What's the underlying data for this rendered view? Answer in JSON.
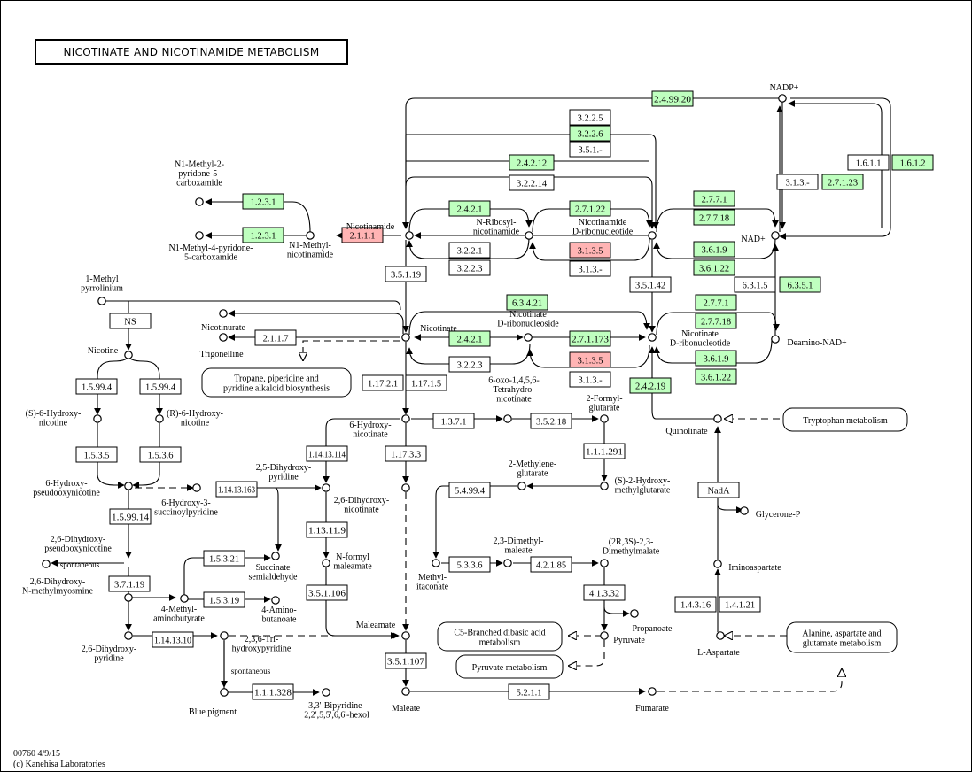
{
  "title": "NICOTINATE AND NICOTINAMIDE METABOLISM",
  "footer": [
    "00760 4/9/15",
    "(c) Kanehisa Laboratories"
  ],
  "colors": {
    "organism_enzyme": "#bfffbf",
    "highlight_enzyme": "#ffb4b4",
    "plain_enzyme": "#ffffff",
    "line": "#000000"
  },
  "enzymes": [
    {
      "id": "e1",
      "label": "2.4.99.20",
      "color": "green"
    },
    {
      "id": "e2",
      "label": "3.2.2.5",
      "color": "white"
    },
    {
      "id": "e3",
      "label": "3.2.2.6",
      "color": "green"
    },
    {
      "id": "e4",
      "label": "3.5.1.-",
      "color": "white"
    },
    {
      "id": "e5",
      "label": "2.4.2.12",
      "color": "green"
    },
    {
      "id": "e6",
      "label": "3.2.2.14",
      "color": "white"
    },
    {
      "id": "e7",
      "label": "1.6.1.1",
      "color": "white"
    },
    {
      "id": "e8",
      "label": "1.6.1.2",
      "color": "green"
    },
    {
      "id": "e9",
      "label": "3.1.3.-",
      "color": "white"
    },
    {
      "id": "e10",
      "label": "2.7.1.23",
      "color": "green"
    },
    {
      "id": "e11",
      "label": "1.2.3.1",
      "color": "green"
    },
    {
      "id": "e12",
      "label": "1.2.3.1",
      "color": "green"
    },
    {
      "id": "e13",
      "label": "2.1.1.1",
      "color": "red"
    },
    {
      "id": "e14",
      "label": "2.4.2.1",
      "color": "green"
    },
    {
      "id": "e15",
      "label": "2.7.1.22",
      "color": "green"
    },
    {
      "id": "e16",
      "label": "2.7.7.1",
      "color": "green"
    },
    {
      "id": "e17",
      "label": "2.7.7.18",
      "color": "green"
    },
    {
      "id": "e18",
      "label": "3.2.2.1",
      "color": "white"
    },
    {
      "id": "e19",
      "label": "3.1.3.5",
      "color": "red"
    },
    {
      "id": "e20",
      "label": "3.6.1.9",
      "color": "green"
    },
    {
      "id": "e21",
      "label": "3.2.2.3",
      "color": "white"
    },
    {
      "id": "e22",
      "label": "3.1.3.-",
      "color": "white"
    },
    {
      "id": "e23",
      "label": "3.6.1.22",
      "color": "green"
    },
    {
      "id": "e24",
      "label": "3.5.1.19",
      "color": "white"
    },
    {
      "id": "e25",
      "label": "3.5.1.42",
      "color": "white"
    },
    {
      "id": "e26",
      "label": "6.3.1.5",
      "color": "white"
    },
    {
      "id": "e27",
      "label": "6.3.5.1",
      "color": "green"
    },
    {
      "id": "e28",
      "label": "6.3.4.21",
      "color": "green"
    },
    {
      "id": "e29",
      "label": "2.7.7.1",
      "color": "green"
    },
    {
      "id": "e30",
      "label": "2.7.7.18",
      "color": "green"
    },
    {
      "id": "e31",
      "label": "NS",
      "color": "white"
    },
    {
      "id": "e32",
      "label": "2.1.1.7",
      "color": "white"
    },
    {
      "id": "e33",
      "label": "2.4.2.1",
      "color": "green"
    },
    {
      "id": "e34",
      "label": "2.7.1.173",
      "color": "green"
    },
    {
      "id": "e35",
      "label": "3.1.3.5",
      "color": "red"
    },
    {
      "id": "e36",
      "label": "3.6.1.9",
      "color": "green"
    },
    {
      "id": "e37",
      "label": "3.2.2.3",
      "color": "white"
    },
    {
      "id": "e38",
      "label": "3.1.3.-",
      "color": "white"
    },
    {
      "id": "e39",
      "label": "3.6.1.22",
      "color": "green"
    },
    {
      "id": "e40",
      "label": "1.5.99.4",
      "color": "white"
    },
    {
      "id": "e41",
      "label": "1.5.99.4",
      "color": "white"
    },
    {
      "id": "e42",
      "label": "1.17.2.1",
      "color": "white"
    },
    {
      "id": "e43",
      "label": "1.17.1.5",
      "color": "white"
    },
    {
      "id": "e44",
      "label": "2.4.2.19",
      "color": "green"
    },
    {
      "id": "e45",
      "label": "1.3.7.1",
      "color": "white"
    },
    {
      "id": "e46",
      "label": "3.5.2.18",
      "color": "white"
    },
    {
      "id": "e47",
      "label": "1.5.3.5",
      "color": "white"
    },
    {
      "id": "e48",
      "label": "1.5.3.6",
      "color": "white"
    },
    {
      "id": "e49",
      "label": "1.14.13.114",
      "color": "white"
    },
    {
      "id": "e50",
      "label": "1.17.3.3",
      "color": "white"
    },
    {
      "id": "e51",
      "label": "1.1.1.291",
      "color": "white"
    },
    {
      "id": "e52",
      "label": "1.14.13.163",
      "color": "white"
    },
    {
      "id": "e53",
      "label": "5.4.99.4",
      "color": "white"
    },
    {
      "id": "e54",
      "label": "NadA",
      "color": "white"
    },
    {
      "id": "e55",
      "label": "1.5.99.14",
      "color": "white"
    },
    {
      "id": "e56",
      "label": "1.13.11.9",
      "color": "white"
    },
    {
      "id": "e57",
      "label": "1.5.3.21",
      "color": "white"
    },
    {
      "id": "e58",
      "label": "5.3.3.6",
      "color": "white"
    },
    {
      "id": "e59",
      "label": "4.2.1.85",
      "color": "white"
    },
    {
      "id": "e60",
      "label": "3.7.1.19",
      "color": "white"
    },
    {
      "id": "e61",
      "label": "1.5.3.19",
      "color": "white"
    },
    {
      "id": "e62",
      "label": "3.5.1.106",
      "color": "white"
    },
    {
      "id": "e63",
      "label": "4.1.3.32",
      "color": "white"
    },
    {
      "id": "e64",
      "label": "1.4.3.16",
      "color": "white"
    },
    {
      "id": "e65",
      "label": "1.4.1.21",
      "color": "white"
    },
    {
      "id": "e66",
      "label": "1.14.13.10",
      "color": "white"
    },
    {
      "id": "e67",
      "label": "3.5.1.107",
      "color": "white"
    },
    {
      "id": "e68",
      "label": "1.1.1.328",
      "color": "white"
    },
    {
      "id": "e69",
      "label": "5.2.1.1",
      "color": "white"
    }
  ],
  "compounds": [
    {
      "id": "c_nadp",
      "label": "NADP+"
    },
    {
      "id": "c_nad",
      "label": "NAD+"
    },
    {
      "id": "c_nam",
      "label": "Nicotinamide"
    },
    {
      "id": "c_nrn",
      "label": "N-Ribosyl- nicotinamide"
    },
    {
      "id": "c_nmn",
      "label": "Nicotinamide D-ribonucleotide"
    },
    {
      "id": "c_m2py",
      "label": "N1-Methyl-2- pyridone-5- carboxamide"
    },
    {
      "id": "c_m4py",
      "label": "N1-Methyl-4-pyridone- 5-carboxamide"
    },
    {
      "id": "c_mnam",
      "label": "N1-Methyl- nicotinamide"
    },
    {
      "id": "c_mpyr",
      "label": "1-Methyl pyrrolinium"
    },
    {
      "id": "c_nur",
      "label": "Nicotinurate"
    },
    {
      "id": "c_trig",
      "label": "Trigonelline"
    },
    {
      "id": "c_na",
      "label": "Nicotinate"
    },
    {
      "id": "c_narn",
      "label": "Nicotinate D-ribonucleoside"
    },
    {
      "id": "c_namn",
      "label": "Nicotinate D-ribonucleotide"
    },
    {
      "id": "c_dnad",
      "label": "Deamino-NAD+"
    },
    {
      "id": "c_nic",
      "label": "Nicotine"
    },
    {
      "id": "c_s6h",
      "label": "(S)-6-Hydroxy- nicotine"
    },
    {
      "id": "c_r6h",
      "label": "(R)-6-Hydroxy- nicotine"
    },
    {
      "id": "c_6on",
      "label": "6-oxo-1,4,5,6- Tetrahydro- nicotinate"
    },
    {
      "id": "c_2fg",
      "label": "2-Formyl- glutarate"
    },
    {
      "id": "c_quin",
      "label": "Quinolinate"
    },
    {
      "id": "c_6hn",
      "label": "6-Hydroxy- nicotinate"
    },
    {
      "id": "c_6hpo",
      "label": "6-Hydroxy- pseudooxynicotine"
    },
    {
      "id": "c_6hsp",
      "label": "6-Hydroxy-3- succinoylpyridine"
    },
    {
      "id": "c_25dp",
      "label": "2,5-Dihydroxy- pyridine"
    },
    {
      "id": "c_26dn",
      "label": "2,6-Dihydroxy- nicotinate"
    },
    {
      "id": "c_2mg",
      "label": "2-Methylene- glutarate"
    },
    {
      "id": "c_s2h",
      "label": "(S)-2-Hydroxy- methylglutarate"
    },
    {
      "id": "c_gly",
      "label": "Glycerone-P"
    },
    {
      "id": "c_26dpo",
      "label": "2,6-Dihydroxy- pseudooxynicotine"
    },
    {
      "id": "c_ss",
      "label": "Succinate semialdehyde"
    },
    {
      "id": "c_nfm",
      "label": "N-formyl maleamate"
    },
    {
      "id": "c_mit",
      "label": "Methyl- itaconate"
    },
    {
      "id": "c_23dm",
      "label": "2,3-Dimethyl- maleate"
    },
    {
      "id": "c_2r3s",
      "label": "(2R,3S)-2,3- Dimethylmalate"
    },
    {
      "id": "c_ia",
      "label": "Iminoaspartate"
    },
    {
      "id": "c_26dnm",
      "label": "2,6-Dihydroxy- N-methylmyosmine"
    },
    {
      "id": "c_4mab",
      "label": "4-Methyl- aminobutyrate"
    },
    {
      "id": "c_4ab",
      "label": "4-Amino- butanoate"
    },
    {
      "id": "c_prop",
      "label": "Propanoate"
    },
    {
      "id": "c_26dpy",
      "label": "2,6-Dihydroxy- pyridine"
    },
    {
      "id": "c_236t",
      "label": "2,3,6-Tri- hydroxypyridine"
    },
    {
      "id": "c_mlm",
      "label": "Maleamate"
    },
    {
      "id": "c_pyr",
      "label": "Pyruvate"
    },
    {
      "id": "c_lasp",
      "label": "L-Aspartate"
    },
    {
      "id": "c_bp",
      "label": "Blue pigment"
    },
    {
      "id": "c_bip",
      "label": "3,3'-Bipyridine- 2,2',5,5',6,6'-hexol"
    },
    {
      "id": "c_mal",
      "label": "Maleate"
    },
    {
      "id": "c_fum",
      "label": "Fumarate"
    }
  ],
  "pathways": [
    {
      "id": "p1",
      "label": "Tropane, piperidine and pyridine alkaloid biosynthesis"
    },
    {
      "id": "p2",
      "label": "Tryptophan metabolism"
    },
    {
      "id": "p3",
      "label": "C5-Branched dibasic acid metabolism"
    },
    {
      "id": "p4",
      "label": "Pyruvate metabolism"
    },
    {
      "id": "p5",
      "label": "Alanine, aspartate and glutamate metabolism"
    }
  ],
  "annotations": [
    {
      "id": "a1",
      "label": "spontaneous"
    },
    {
      "id": "a2",
      "label": "spontaneous"
    }
  ]
}
